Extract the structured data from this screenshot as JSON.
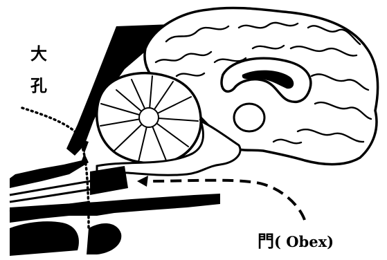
{
  "labels": {
    "foramen_char_1": "大",
    "foramen_char_2": "孔",
    "obex_char": "門",
    "obex_latin": "( Obex)"
  },
  "colors": {
    "ink": "#000000",
    "paper": "#ffffff"
  }
}
